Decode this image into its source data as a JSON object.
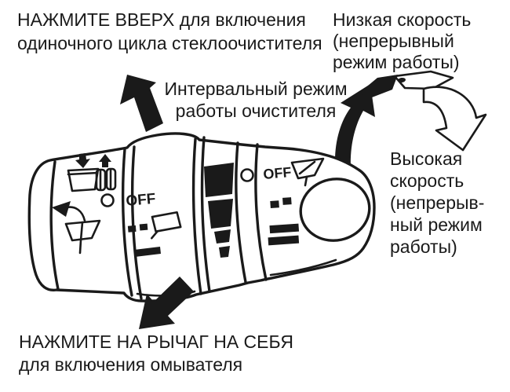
{
  "colors": {
    "ink": "#1a1a1a",
    "background": "#ffffff"
  },
  "labels": {
    "press_up": [
      "НАЖМИТЕ ВВЕРХ для включения",
      "одиночного цикла стеклоочистителя"
    ],
    "low_speed": [
      "Низкая скорость",
      "(непрерывный",
      "режим работы)"
    ],
    "intermittent": [
      "Интервальный режим",
      "работы очистителя"
    ],
    "high_speed": [
      "Высокая",
      "скорость",
      "(непрерыв-",
      "ный режим",
      "работы)"
    ],
    "pull_lever": [
      "НАЖМИТЕ НА РЫЧАГ НА СЕБЯ",
      "для включения омывателя"
    ]
  },
  "stalk": {
    "collar1_off": "OFF",
    "collar2_off": "OFF"
  },
  "icons": {
    "press_up_arrow": "thick black arrow pointing up-left",
    "washer_pull_arrow": "thick black arrow pointing down-left",
    "low_speed_rotate_arrow": "black curved arrow pointing up-right",
    "high_speed_rotate_arrow": "hollow curved arrow pointing down-right",
    "lever_tip_arrow": "black wedge arrow at lever tip inset",
    "headlamp_down": "retract symbol with down arrow",
    "headlamp_up": "retract symbol with up arrow",
    "washer_twist": "counter-clockwise arrow over windshield washer symbol",
    "intermittent_symbol": "two dashes with wiper screen outline",
    "on_mark": "single solid bar",
    "variable_band": "tapered segmented black band",
    "wiper_screen": "windshield with wiper blade",
    "position_dot": "small circle position mark"
  }
}
